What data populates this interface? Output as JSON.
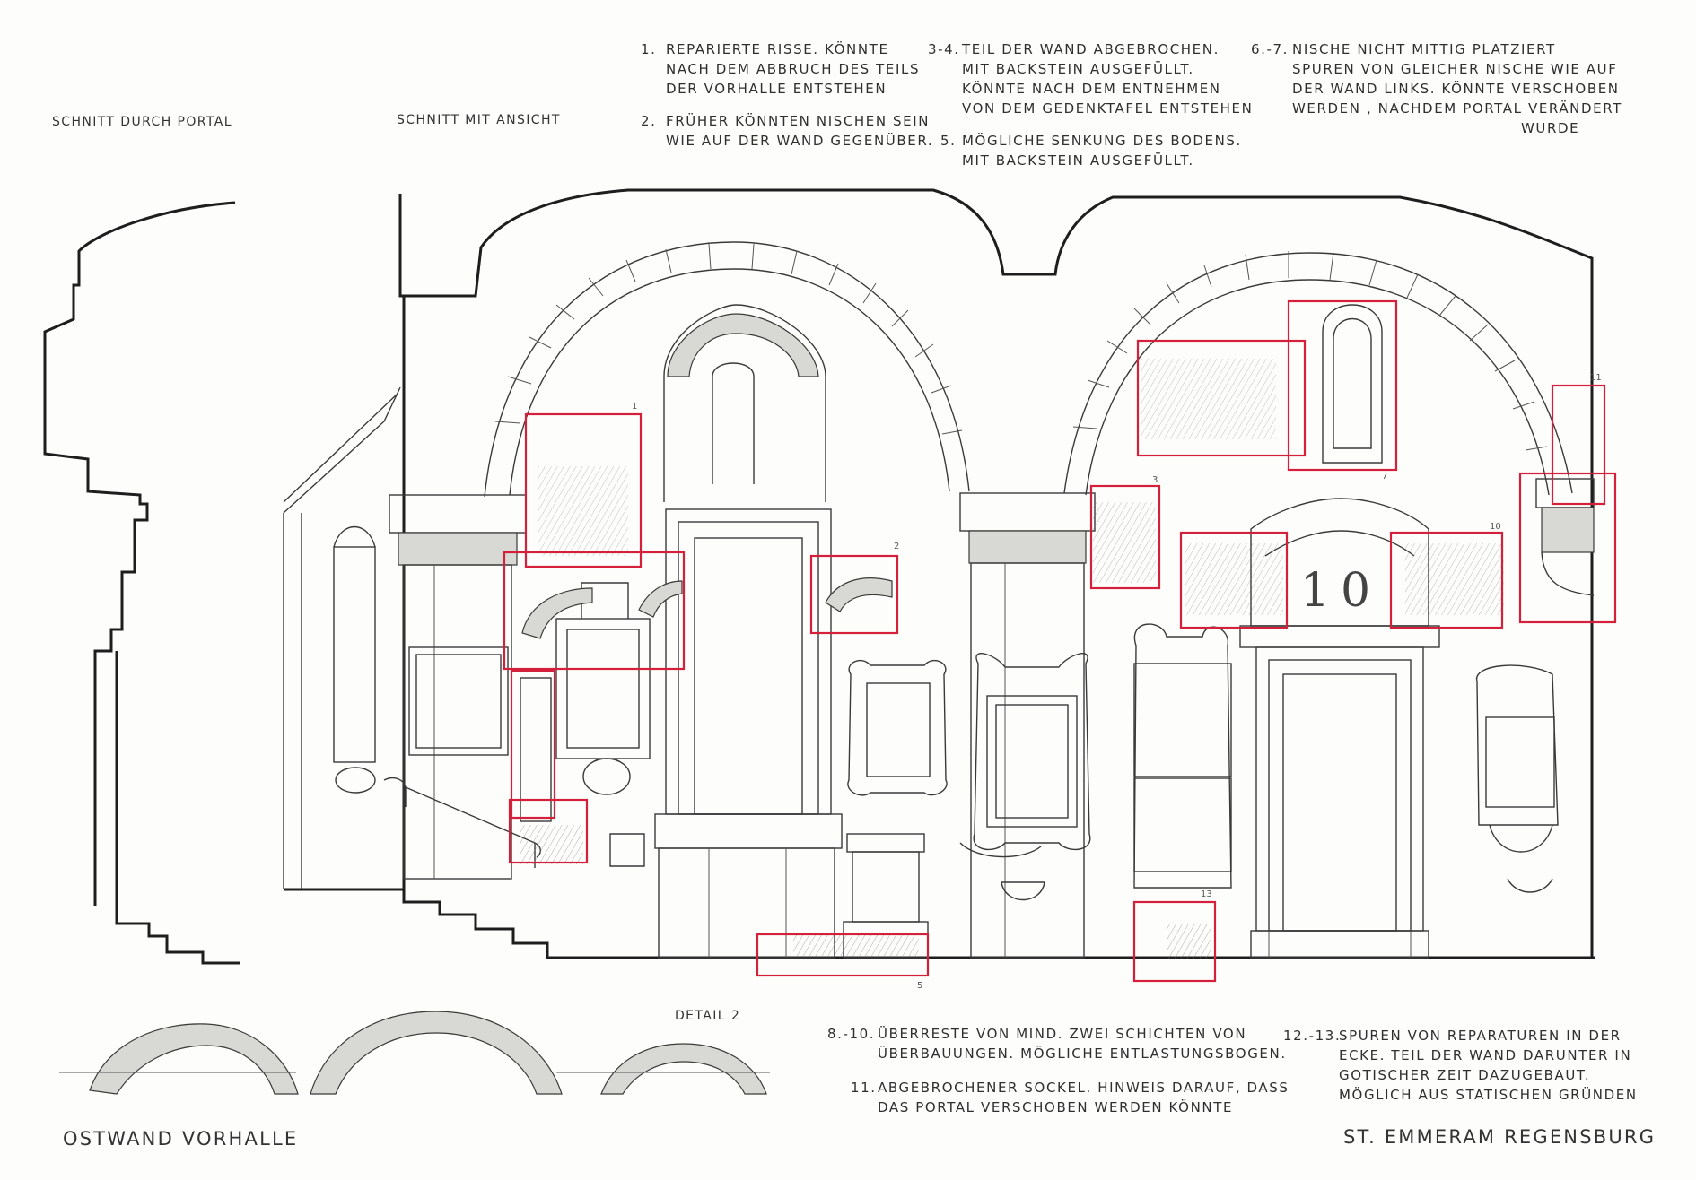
{
  "labels": {
    "schnitt_portal": "SCHNITT DURCH PORTAL",
    "schnitt_ansicht": "SCHNITT MIT ANSICHT",
    "detail": "DETAIL 2",
    "title_left": "OSTWAND VORHALLE",
    "title_right": "ST. EMMERAM REGENSBURG"
  },
  "notes_top": [
    {
      "num": "1.",
      "lines": [
        "REPARIERTE RISSE. KÖNNTE",
        "NACH DEM ABBRUCH DES TEILS",
        "DER VORHALLE ENTSTEHEN"
      ]
    },
    {
      "num": "2.",
      "lines": [
        "FRÜHER KÖNNTEN NISCHEN SEIN",
        "WIE AUF DER WAND GEGENÜBER."
      ]
    },
    {
      "num": "3-4.",
      "lines": [
        "TEIL DER WAND ABGEBROCHEN.",
        "MIT BACKSTEIN AUSGEFÜLLT.",
        "KÖNNTE NACH DEM ENTNEHMEN",
        "VON DEM GEDENKTAFEL ENTSTEHEN"
      ]
    },
    {
      "num": "5.",
      "lines": [
        "MÖGLICHE SENKUNG DES BODENS.",
        "MIT BACKSTEIN AUSGEFÜLLT."
      ]
    },
    {
      "num": "6.-7.",
      "lines": [
        "NISCHE NICHT MITTIG PLATZIERT",
        "SPUREN VON GLEICHER NISCHE WIE AUF",
        "DER WAND LINKS. KÖNNTE VERSCHOBEN",
        "WERDEN , NACHDEM PORTAL VERÄNDERT",
        "WURDE"
      ]
    }
  ],
  "notes_bottom": [
    {
      "num": "8.-10.",
      "lines": [
        "ÜBERRESTE VON MIND. ZWEI SCHICHTEN VON",
        "ÜBERBAUUNGEN. MÖGLICHE ENTLASTUNGSBOGEN."
      ]
    },
    {
      "num": "11.",
      "lines": [
        "ABGEBROCHENER SOCKEL. HINWEIS DARAUF, DASS",
        "DAS PORTAL VERSCHOBEN WERDEN KÖNNTE"
      ]
    },
    {
      "num": "12.-13.",
      "lines": [
        "SPUREN VON REPARATUREN IN DER",
        "ECKE. TEIL DER WAND DARUNTER IN",
        "GOTISCHER ZEIT DAZUGEBAUT.",
        "MÖGLICH AUS STATISCHEN GRÜNDEN"
      ]
    }
  ],
  "portal_number": "10",
  "marker_numbers": [
    "1",
    "2",
    "3",
    "5",
    "7",
    "10",
    "11",
    "13"
  ],
  "colors": {
    "markup": "#d4203a",
    "ink": "#1e1e1e"
  }
}
